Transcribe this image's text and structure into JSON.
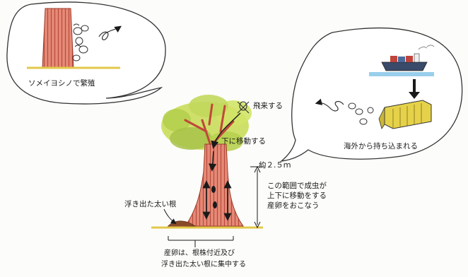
{
  "left_bubble": {
    "caption": "ソメイヨシノで繁殖"
  },
  "right_bubble": {
    "caption": "海外から持ち込まれる"
  },
  "tree": {
    "fly_in": "飛来する",
    "move_down": "下に移動する",
    "height": "約２.５ｍ",
    "range_note": [
      "この範囲で成虫が",
      "上下に移動をする",
      "産卵をおこなう"
    ],
    "root_label": "浮き出た太い根",
    "egg_note": [
      "産卵は、根株付近及び",
      "浮き出た太い根に集中する"
    ]
  },
  "colors": {
    "trunk": "#d97a68",
    "trunk_stripe": "#b8493a",
    "foliage": "#c9dd5a",
    "foliage_dark": "#a7c24a",
    "ground": "#e3c84a",
    "container": "#e6d24a",
    "sea": "#7fc3e6",
    "arrow": "#1a1a1a"
  }
}
